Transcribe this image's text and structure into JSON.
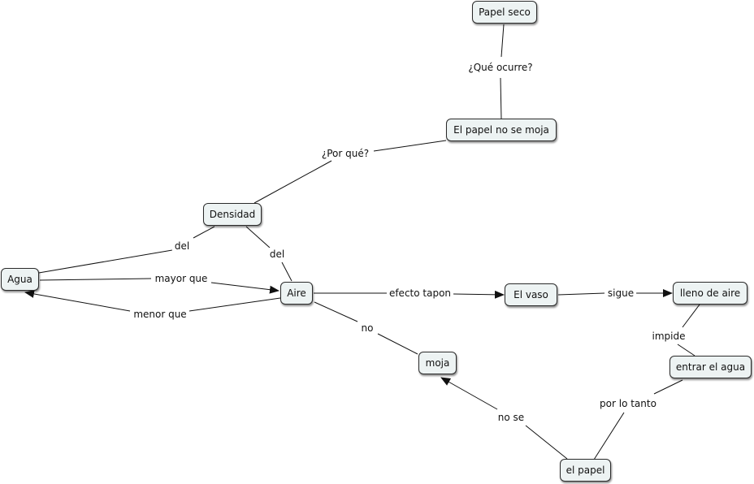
{
  "nodes": {
    "papel_seco": "Papel seco",
    "no_se_moja": "El papel no se moja",
    "densidad": "Densidad",
    "agua": "Agua",
    "aire": "Aire",
    "vaso": "El vaso",
    "lleno": "lleno de aire",
    "moja": "moja",
    "entrar": "entrar el agua",
    "el_papel": "el papel"
  },
  "links": {
    "que_ocurre": "¿Qué ocurre?",
    "por_que": "¿Por qué?",
    "del_1": "del",
    "del_2": "del",
    "mayor_que": "mayor que",
    "menor_que": "menor que",
    "efecto_tapon": "efecto tapon",
    "sigue": "sigue",
    "impide": "impide",
    "no": "no",
    "no_se": "no se",
    "por_lo_tanto": "por lo tanto"
  }
}
